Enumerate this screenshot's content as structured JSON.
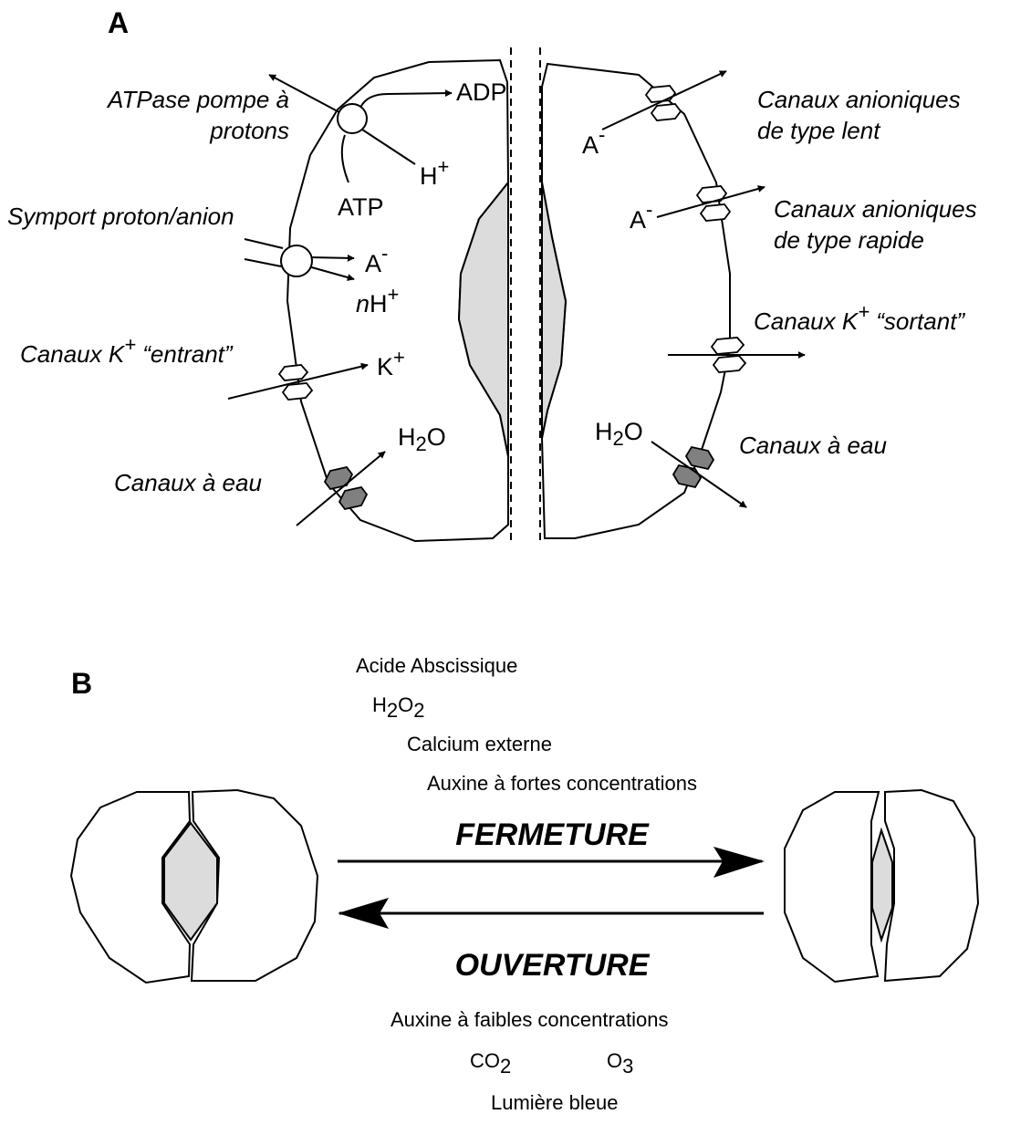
{
  "panels": {
    "a": "A",
    "b": "B"
  },
  "colors": {
    "pore_fill": "#dcdcdc",
    "water_channel_fill": "#808080",
    "stroke": "#000000"
  },
  "panel_a": {
    "left": {
      "atpase_label_line1": "ATPase pompe à",
      "atpase_label_line2": "protons",
      "adp": "ADP",
      "h": "H",
      "plus": "+",
      "atp": "ATP",
      "symport_label": "Symport proton/anion",
      "a": "A",
      "minus": "-",
      "n": "n",
      "k_channel_label_pre": "Canaux K",
      "k_channel_label_post": " “entrant”",
      "k": "K",
      "water_h": "H",
      "water_2": "2",
      "water_o": "O",
      "water_label": "Canaux à eau"
    },
    "right": {
      "slow_label_line1": "Canaux anioniques",
      "slow_label_line2": "de type lent",
      "rapid_label_line1": "Canaux anioniques",
      "rapid_label_line2": "de type rapide",
      "k_out_pre": "Canaux K",
      "k_out_post": " “sortant”",
      "water_label": "Canaux à eau"
    }
  },
  "panel_b": {
    "closing_label": "FERMETURE",
    "opening_label": "OUVERTURE",
    "closing_factors": {
      "abscisic": "Acide Abscissique",
      "h2o2_h": "H",
      "h2o2_2a": "2",
      "h2o2_o": "O",
      "h2o2_2b": "2",
      "calcium": "Calcium externe",
      "auxin_high": "Auxine à fortes concentrations"
    },
    "opening_factors": {
      "auxin_low": "Auxine à faibles concentrations",
      "co2_pre": "CO",
      "co2_sub": "2",
      "o3_pre": "O",
      "o3_sub": "3",
      "blue_light": "Lumière bleue"
    }
  }
}
